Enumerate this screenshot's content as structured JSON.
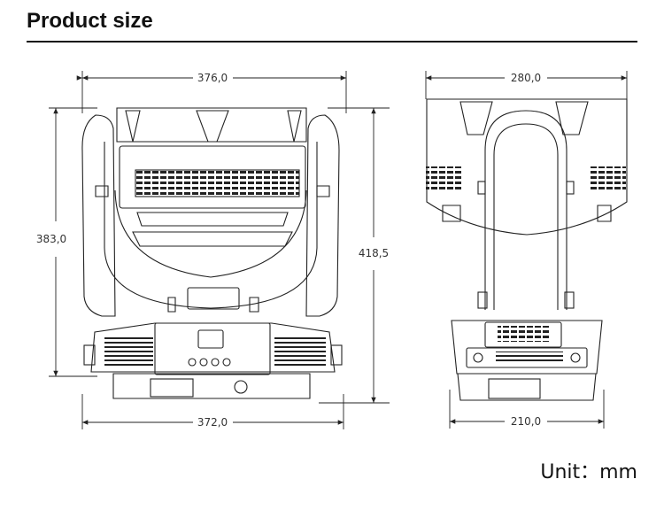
{
  "header": {
    "title": "Product size"
  },
  "front_view": {
    "width_top": "376,0",
    "height_left": "383,0",
    "height_right": "418,5",
    "width_bottom": "372,0"
  },
  "side_view": {
    "width_top": "280,0",
    "width_bottom": "210,0"
  },
  "footer": {
    "unit": "Unit：mm"
  }
}
